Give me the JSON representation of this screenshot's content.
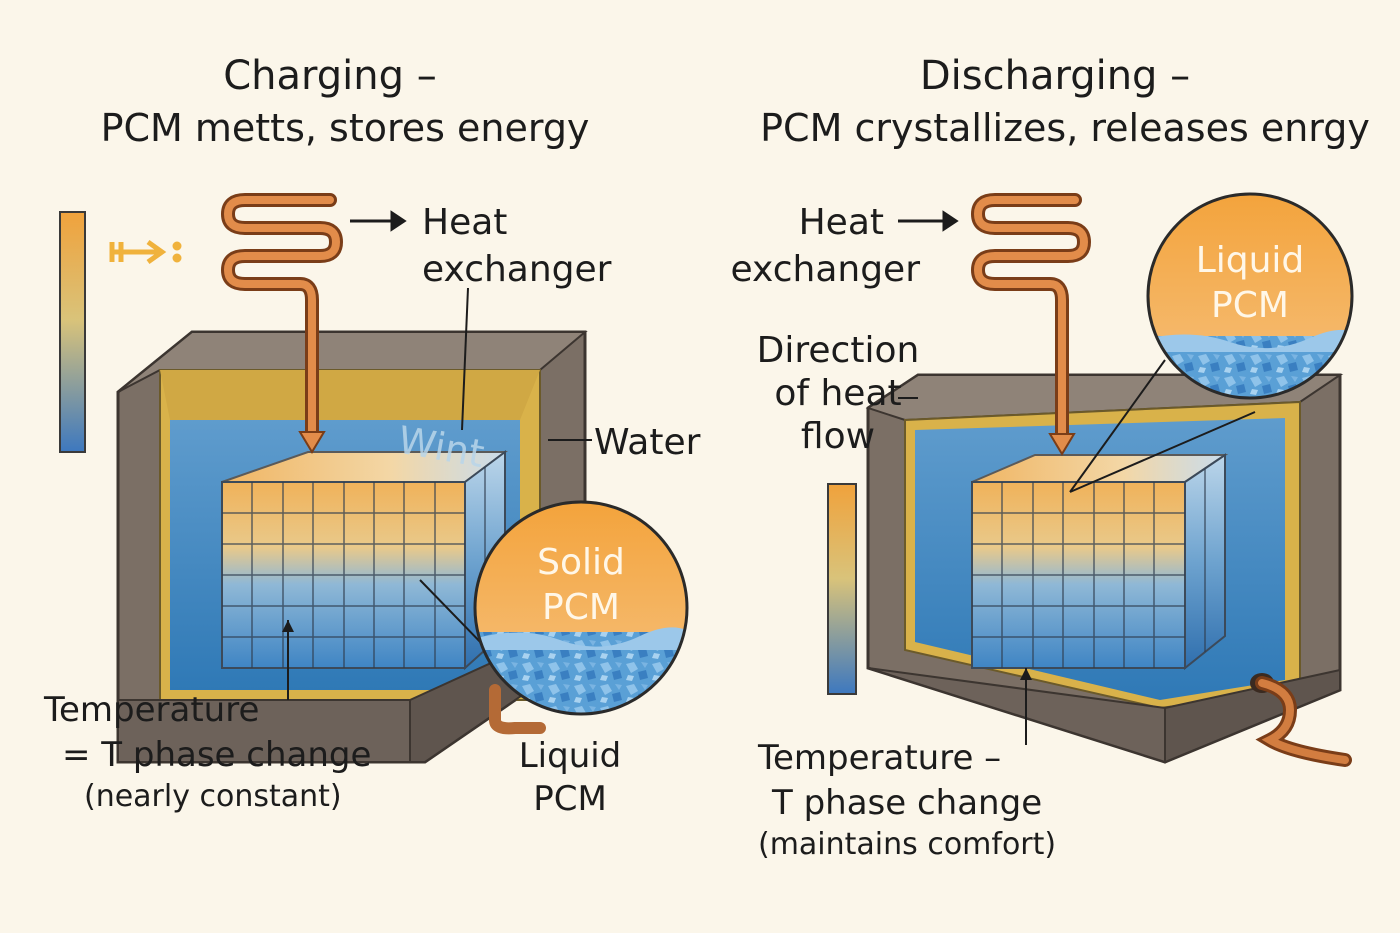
{
  "charging": {
    "title_line1": "Charging –",
    "title_line2": "PCM metts, stores energy",
    "heat_exchanger_line1": "Heat",
    "heat_exchanger_line2": "exchanger",
    "arrow_glyph": "→",
    "water_label": "Water",
    "wint_label": "Wint",
    "circle_label_line1": "Solid",
    "circle_label_line2": "PCM",
    "liquid_line1": "Liquid",
    "liquid_line2": "PCM",
    "temperature_line1": "Temperature",
    "temperature_line2": "= T phase change",
    "temperature_line3": "(nearly constant)"
  },
  "discharging": {
    "title_line1": "Discharging –",
    "title_line2": "PCM crystallizes, releases enrgy",
    "heat_exchanger_line1": "Heat",
    "heat_exchanger_line2": "exchanger",
    "arrow_glyph": "→",
    "direction_line1": "Direction",
    "direction_line2": "of heat",
    "direction_line3": "flow",
    "circle_label_line1": "Liquid",
    "circle_label_line2": "PCM",
    "temperature_line1": "Temperature –",
    "temperature_line2": "T phase change",
    "temperature_line3": "(maintains comfort)"
  },
  "colors": {
    "background": "#fbf6ea",
    "warm_orange": "#f0a23c",
    "cool_blue": "#3d86c4",
    "tank_wall": "#7b6f65",
    "copper": "#c8743a",
    "gold_insulation": "#d9b24a"
  },
  "icons": [
    "heat-exchanger-coil-icon",
    "flow-arrow-icon",
    "temperature-gradient-bar-icon",
    "pipe-icon"
  ]
}
